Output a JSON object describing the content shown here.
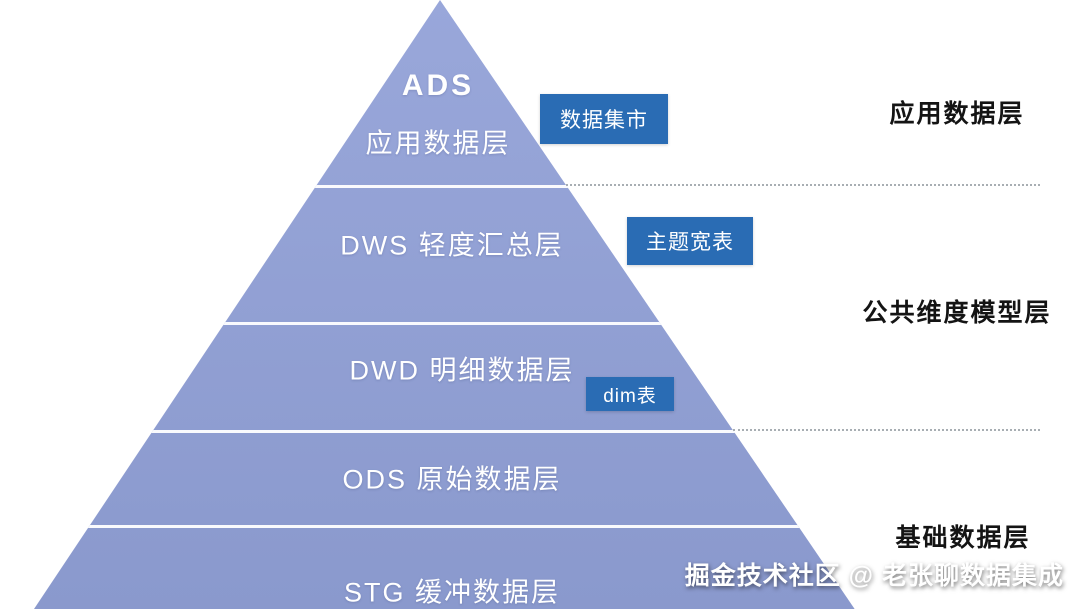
{
  "pyramid": {
    "layers": [
      {
        "acronym": "ADS",
        "label": "应用数据层"
      },
      {
        "label": "DWS 轻度汇总层"
      },
      {
        "label": "DWD 明细数据层"
      },
      {
        "label": "ODS 原始数据层"
      },
      {
        "label": "STG 缓冲数据层"
      }
    ]
  },
  "badges": [
    {
      "label": "数据集市"
    },
    {
      "label": "主题宽表"
    },
    {
      "label": "dim表"
    }
  ],
  "zones": [
    {
      "label": "应用数据层"
    },
    {
      "label": "公共维度模型层"
    },
    {
      "label": "基础数据层"
    }
  ],
  "watermark": {
    "text": "掘金技术社区 @ 老张聊数据集成"
  },
  "colors": {
    "pyramid_fill_top": "#99a7da",
    "pyramid_fill_bottom": "#8a99cd",
    "badge_bg": "#2a6cb4",
    "divider_color": "#ffffff",
    "dotted_color": "#9aa0a6",
    "zone_text": "#141414",
    "watermark_text": "#ffffff"
  }
}
